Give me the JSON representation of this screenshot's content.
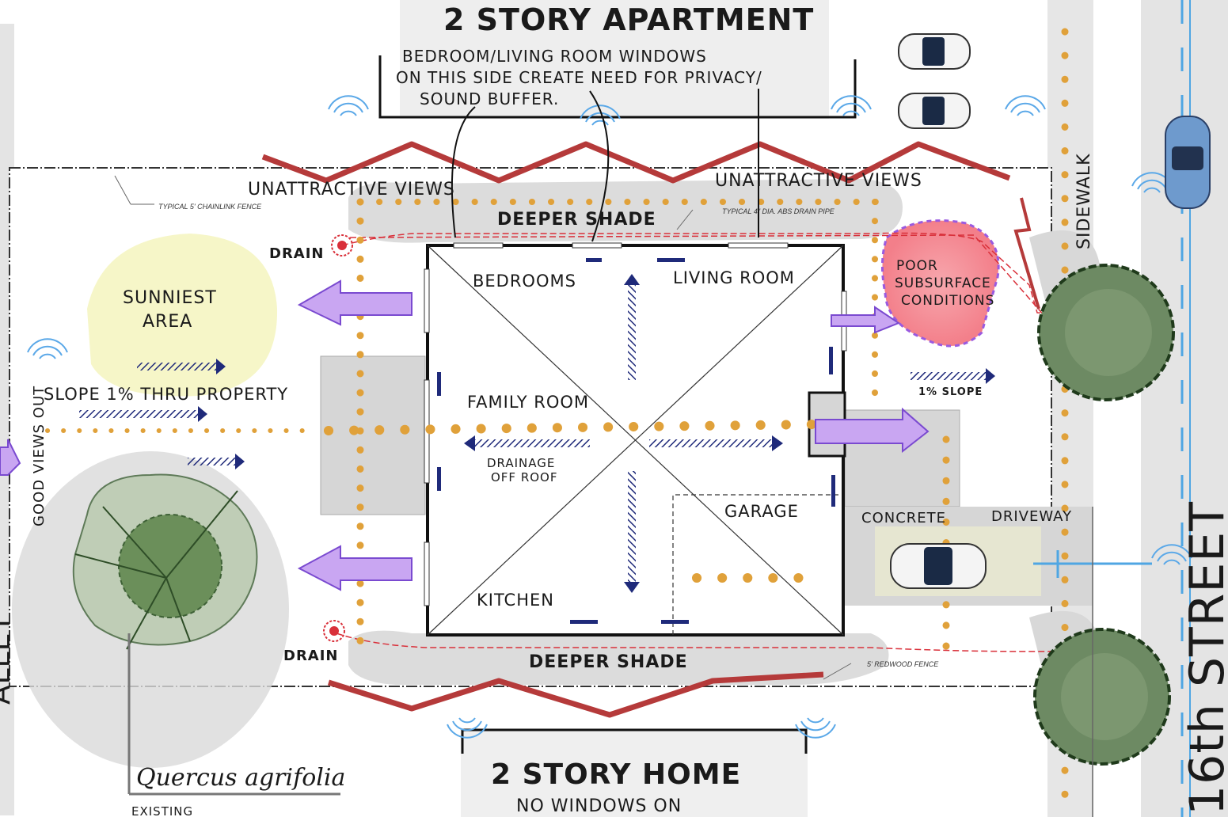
{
  "neighbors": {
    "north_title": "2 STORY APARTMENT",
    "north_note_line1": "BEDROOM/LIVING ROOM WINDOWS",
    "north_note_line2": "ON THIS SIDE CREATE NEED FOR PRIVACY/",
    "north_note_line3": "SOUND BUFFER.",
    "south_title": "2 STORY HOME",
    "south_note": "NO WINDOWS ON"
  },
  "streets": {
    "east": "16th STREET",
    "west_partial": "ALLEY"
  },
  "labels": {
    "unattractive_views_left": "UNATTRACTIVE VIEWS",
    "unattractive_views_right": "UNATTRACTIVE VIEWS",
    "deeper_shade_north": "DEEPER SHADE",
    "deeper_shade_south": "DEEPER SHADE",
    "drain_north": "DRAIN",
    "drain_south": "DRAIN",
    "sunniest_line1": "SUNNIEST",
    "sunniest_line2": "AREA",
    "slope": "SLOPE 1% THRU PROPERTY",
    "good_views": "GOOD VIEWS OUT",
    "poor_line1": "POOR",
    "poor_line2": "SUBSURFACE",
    "poor_line3": "CONDITIONS",
    "slope_small": "1% SLOPE",
    "sidewalk": "SIDEWALK",
    "concrete": "CONCRETE",
    "driveway": "DRIVEWAY",
    "drainage_line1": "DRAINAGE",
    "drainage_line2": "OFF ROOF",
    "tree_name": "Quercus agrifolia",
    "tree_existing": "EXISTING"
  },
  "rooms": {
    "bedrooms": "BEDROOMS",
    "living": "LIVING ROOM",
    "family": "FAMILY ROOM",
    "garage": "GARAGE",
    "kitchen": "KITCHEN"
  },
  "callouts": {
    "chainlink": "TYPICAL 5' CHAINLINK FENCE",
    "drain_pipe": "TYPICAL 4\" DIA. ABS DRAIN PIPE",
    "redwood": "5' REDWOOD FENCE"
  },
  "colors": {
    "privacy_line": "#b53a3a",
    "path_dots": "#e0a13a",
    "arrow_purple": "#c9a6f2",
    "arrow_navy": "#1f2a7a",
    "shade_gray": "#d9d9d9",
    "sun_yellow": "#f6f6c8",
    "tree_green": "#4f7a44",
    "noise_blue": "#5aa8e8",
    "poor_soil": "#f28b93"
  }
}
